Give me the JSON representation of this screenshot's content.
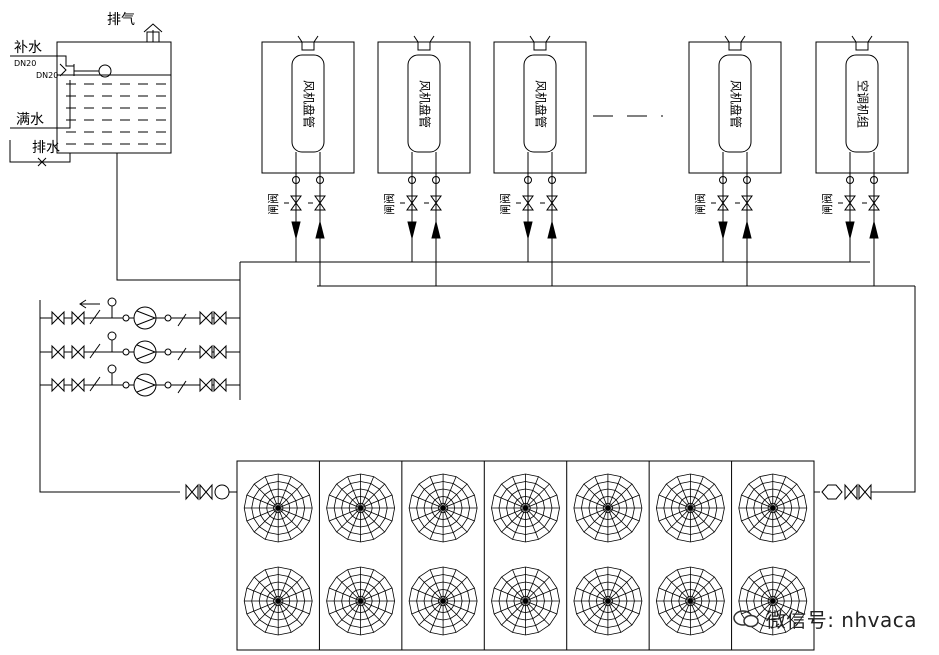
{
  "tank": {
    "vent_label": "排气",
    "makeup_label": "补水",
    "makeup_size_1": "DN20",
    "makeup_size_2": "DN20",
    "overflow_label": "满水",
    "drain_label": "排水"
  },
  "terminals": [
    {
      "name": "风机盘管",
      "valve_label": "闸阀"
    },
    {
      "name": "风机盘管",
      "valve_label": "闸阀"
    },
    {
      "name": "风机盘管",
      "valve_label": "闸阀"
    },
    {
      "name": "风机盘管",
      "valve_label": "闸阀"
    },
    {
      "name": "空调机组",
      "valve_label": "闸阀"
    }
  ],
  "pump_count": 3,
  "fan_rows": 2,
  "fan_cols": 7,
  "watermark": {
    "text": "微信号: nhvaca",
    "icon": "wechat-icon"
  }
}
